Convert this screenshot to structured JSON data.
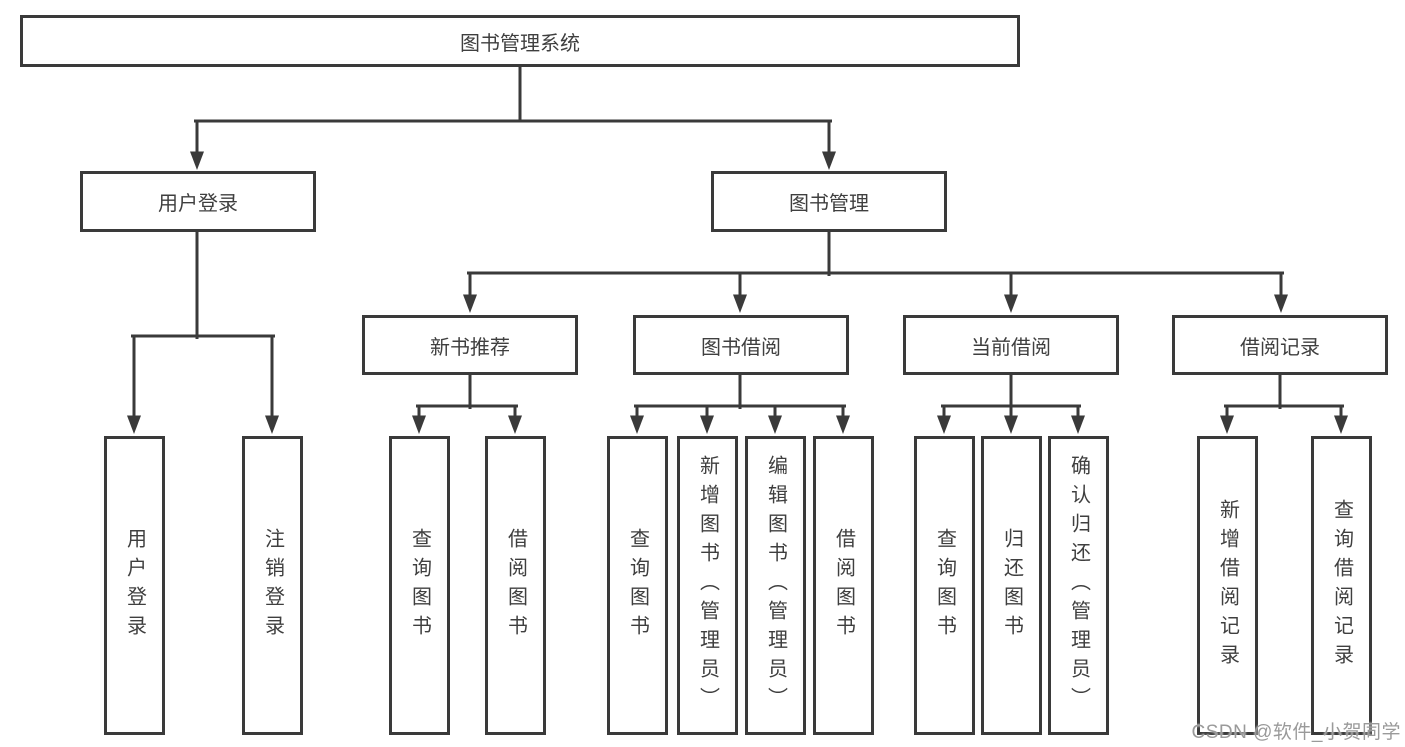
{
  "page": {
    "title": "图书管理系统"
  },
  "colors": {
    "line": "#3a3a3a",
    "box_border": "#3a3a3a",
    "text": "#3f3f3f",
    "box_background": "#ffffff",
    "page_background": "#ffffff",
    "watermark": "#9a9a9a"
  },
  "watermark": {
    "text": "CSDN @软件_小贺同学"
  },
  "tree": {
    "root": {
      "label": "图书管理系统",
      "children": [
        {
          "label": "用户登录",
          "children": [
            {
              "label": "用户登录"
            },
            {
              "label": "注销登录"
            }
          ]
        },
        {
          "label": "图书管理",
          "children": [
            {
              "label": "新书推荐",
              "children": [
                {
                  "label": "查询图书"
                },
                {
                  "label": "借阅图书"
                }
              ]
            },
            {
              "label": "图书借阅",
              "children": [
                {
                  "label": "查询图书"
                },
                {
                  "label": "新增图书（管理员）"
                },
                {
                  "label": "编辑图书（管理员）"
                },
                {
                  "label": "借阅图书"
                }
              ]
            },
            {
              "label": "当前借阅",
              "children": [
                {
                  "label": "查询图书"
                },
                {
                  "label": "归还图书"
                },
                {
                  "label": "确认归还（管理员）"
                }
              ]
            },
            {
              "label": "借阅记录",
              "children": [
                {
                  "label": "新增借阅记录"
                },
                {
                  "label": "查询借阅记录"
                }
              ]
            }
          ]
        }
      ]
    }
  }
}
